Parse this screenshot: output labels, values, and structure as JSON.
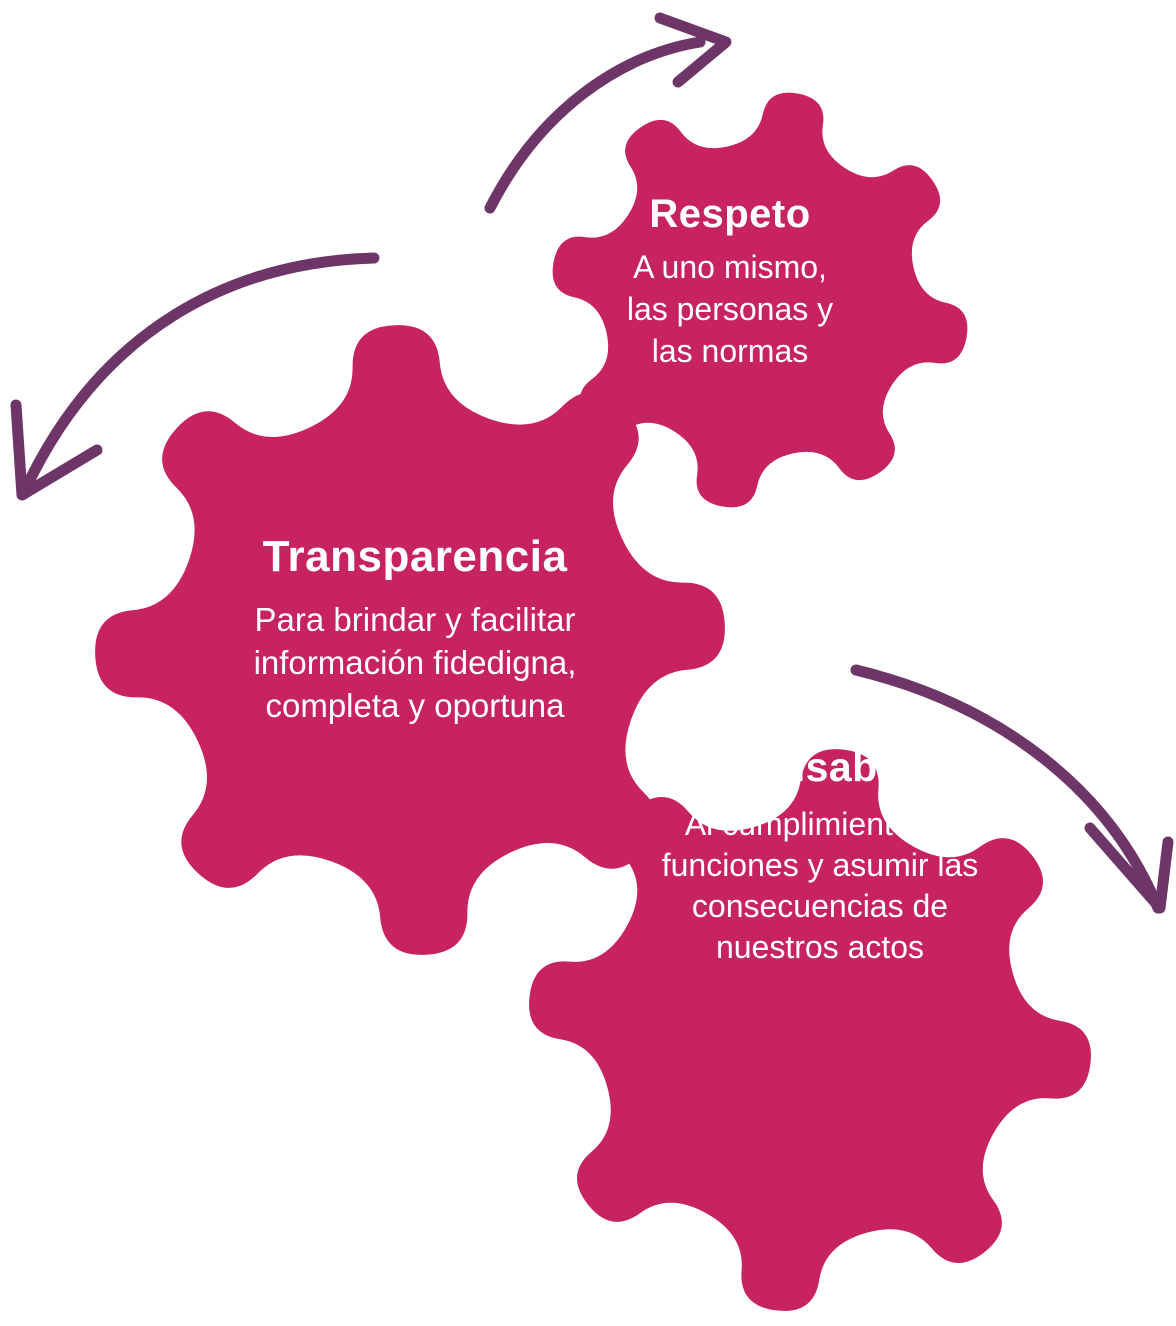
{
  "colors": {
    "gear": "#c72361",
    "arrow": "#6e3568",
    "text": "#ffffff"
  },
  "gears": {
    "respeto": {
      "title": "Respeto",
      "description": "A uno mismo,\nlas personas y\nlas normas"
    },
    "transparencia": {
      "title": "Transparencia",
      "description": "Para brindar y facilitar\ninformación fidedigna,\ncompleta y oportuna"
    },
    "responsabilidad": {
      "title": "Responsabilidad",
      "description": "Al cumplimiento de\nfunciones y asumir las\nconsecuencias de\nnuestros actos"
    }
  }
}
